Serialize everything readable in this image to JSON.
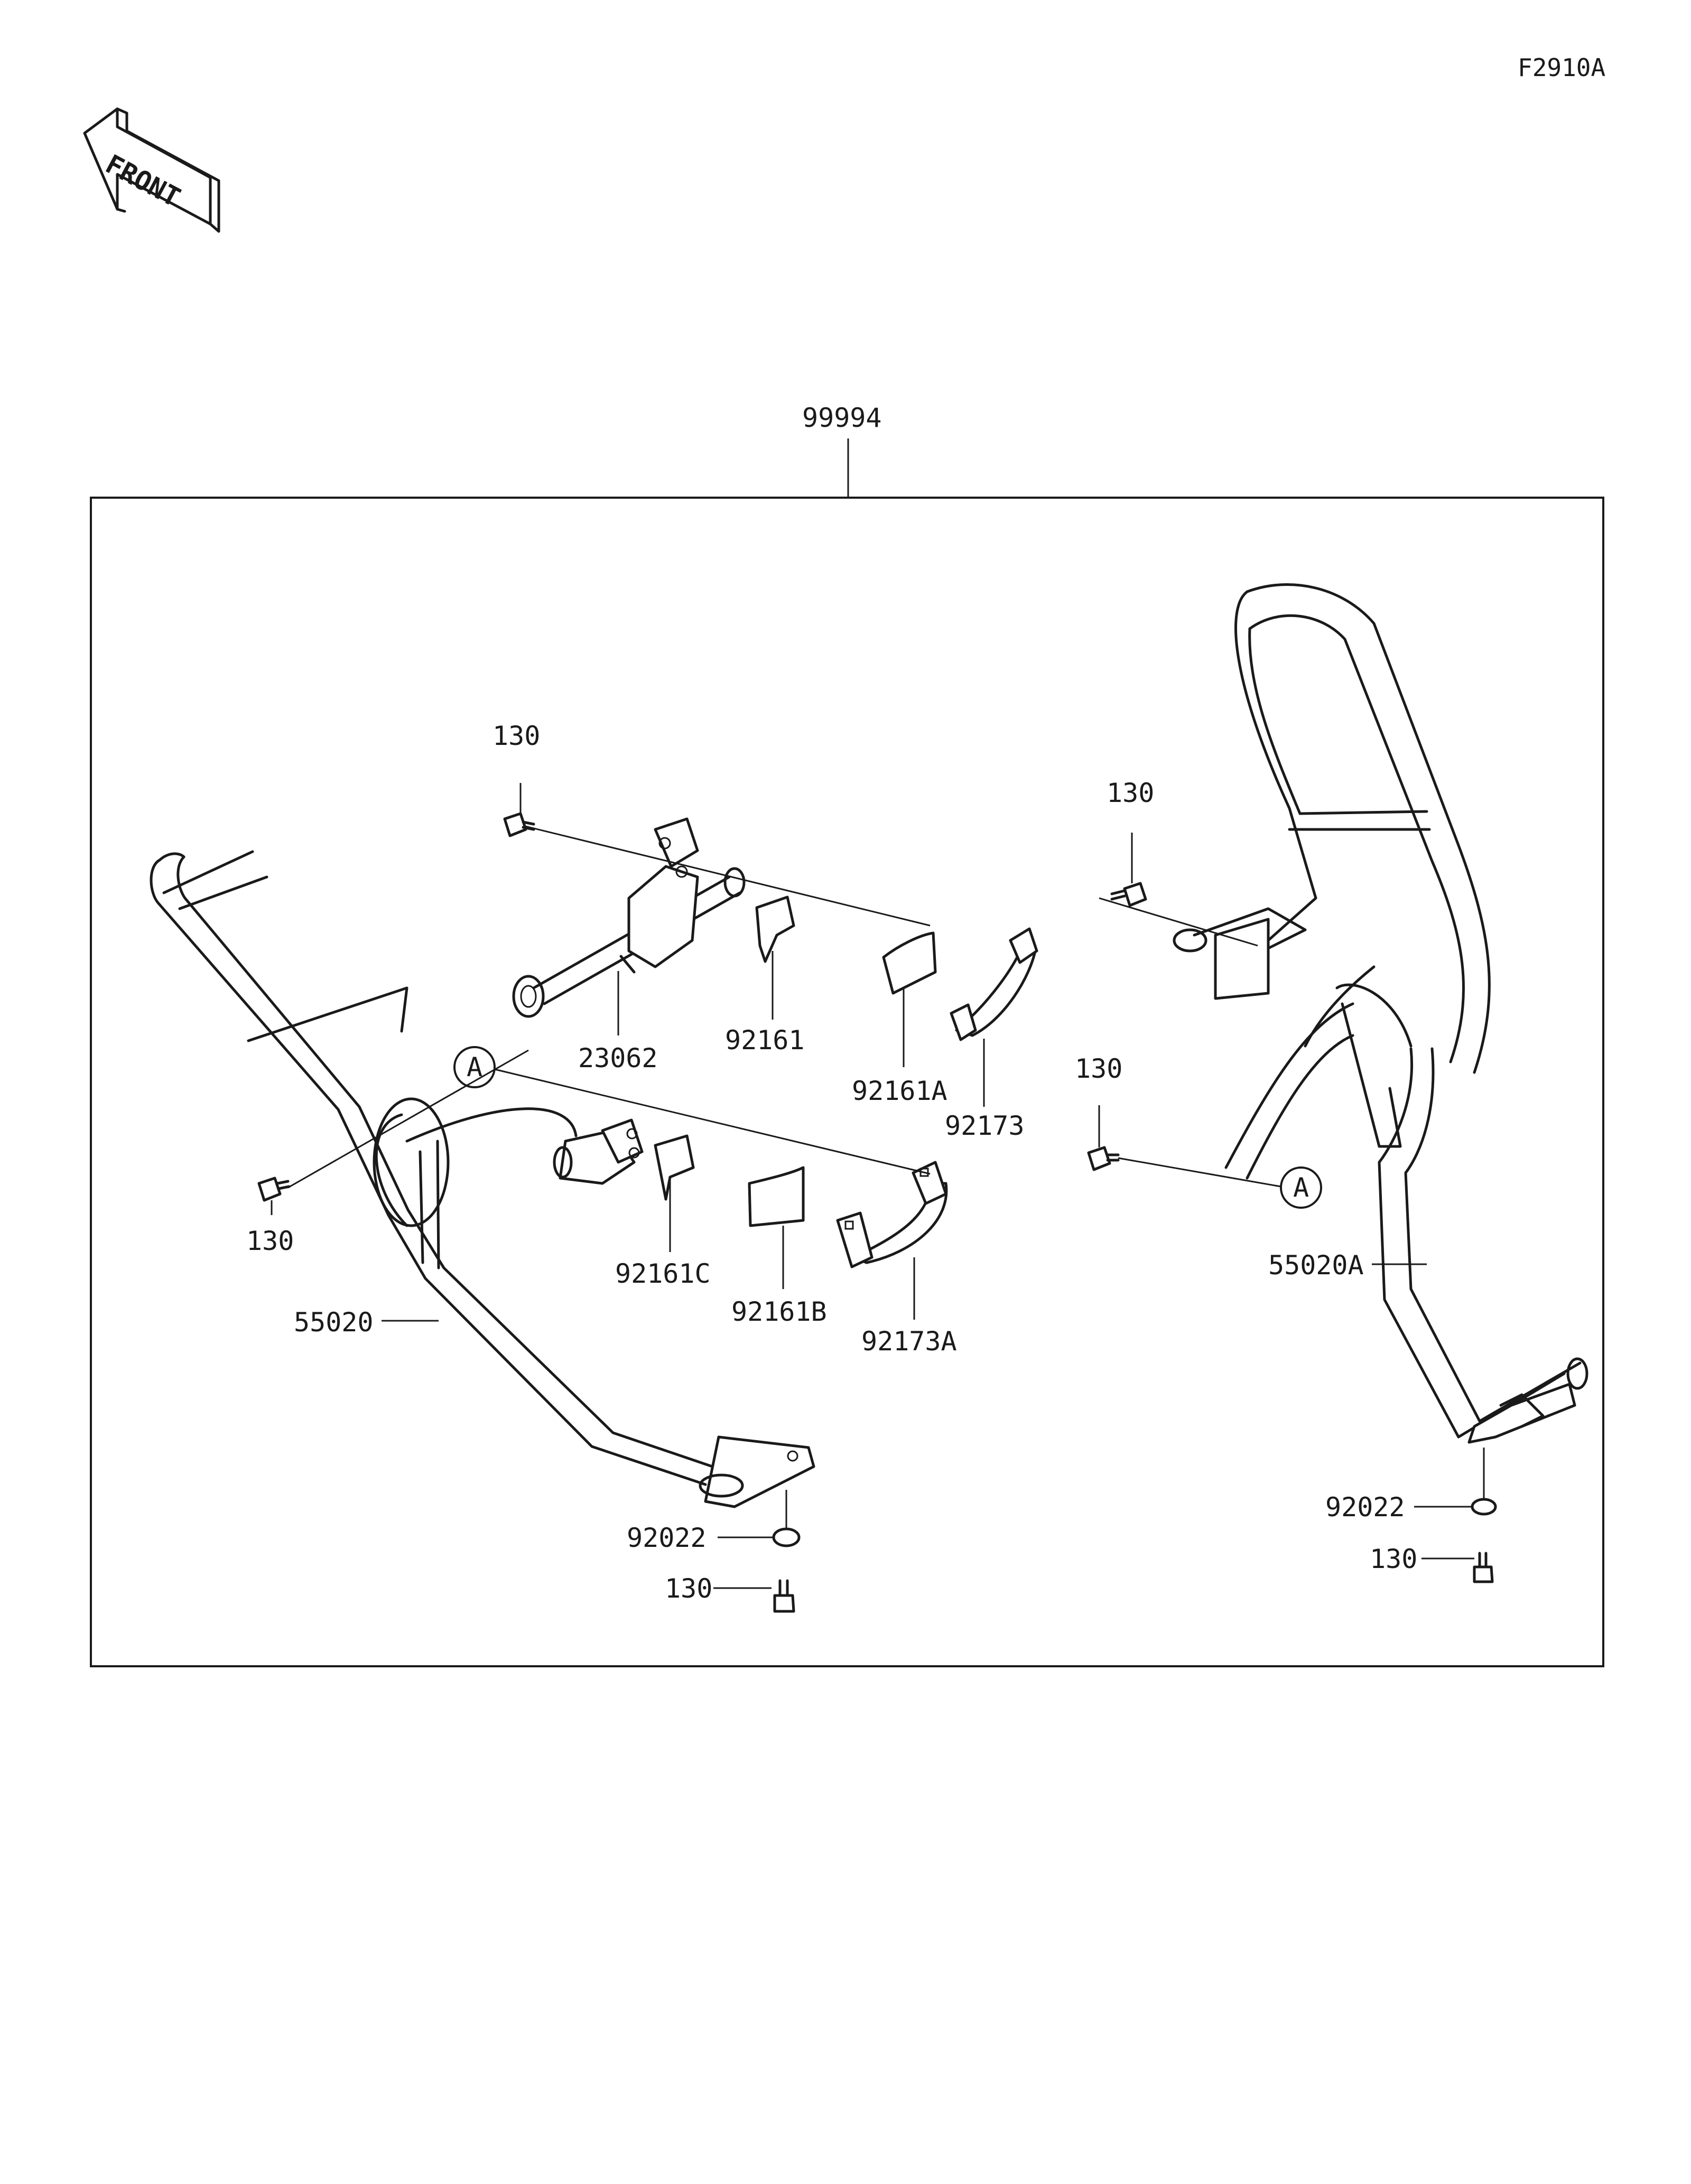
{
  "figure_code": "F2910A",
  "front_arrow_label": "FRONT",
  "assembly_label": "99994",
  "callouts": {
    "part_130": "130",
    "part_23062": "23062",
    "part_92161": "92161",
    "part_92161A": "92161A",
    "part_92173": "92173",
    "part_92161C": "92161C",
    "part_92161B": "92161B",
    "part_92173A": "92173A",
    "part_55020": "55020",
    "part_55020A": "55020A",
    "part_92022": "92022"
  },
  "reference_marker": "A"
}
